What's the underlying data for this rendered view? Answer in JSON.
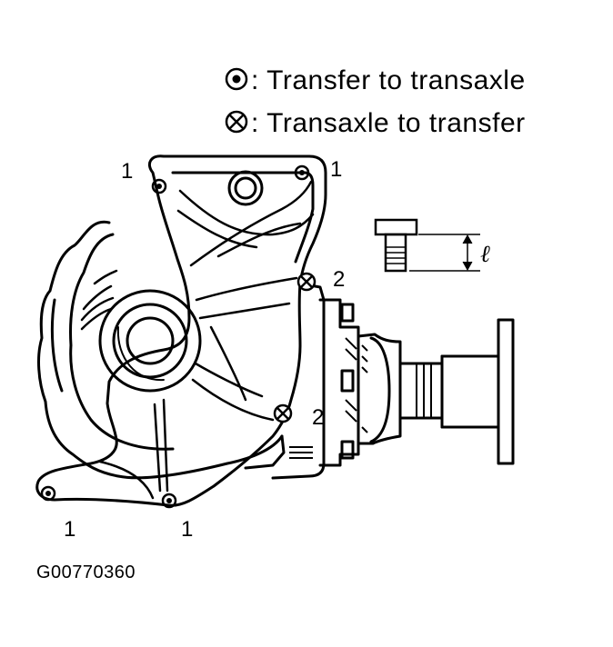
{
  "legend": [
    {
      "icon": "dot-circle-icon",
      "text": ": Transfer to transaxle"
    },
    {
      "icon": "cross-circle-icon",
      "text": ": Transaxle to transfer"
    }
  ],
  "callouts": {
    "bolt_1": "1",
    "bolt_2": "2",
    "length": "ℓ"
  },
  "figure_id": "G00770360"
}
